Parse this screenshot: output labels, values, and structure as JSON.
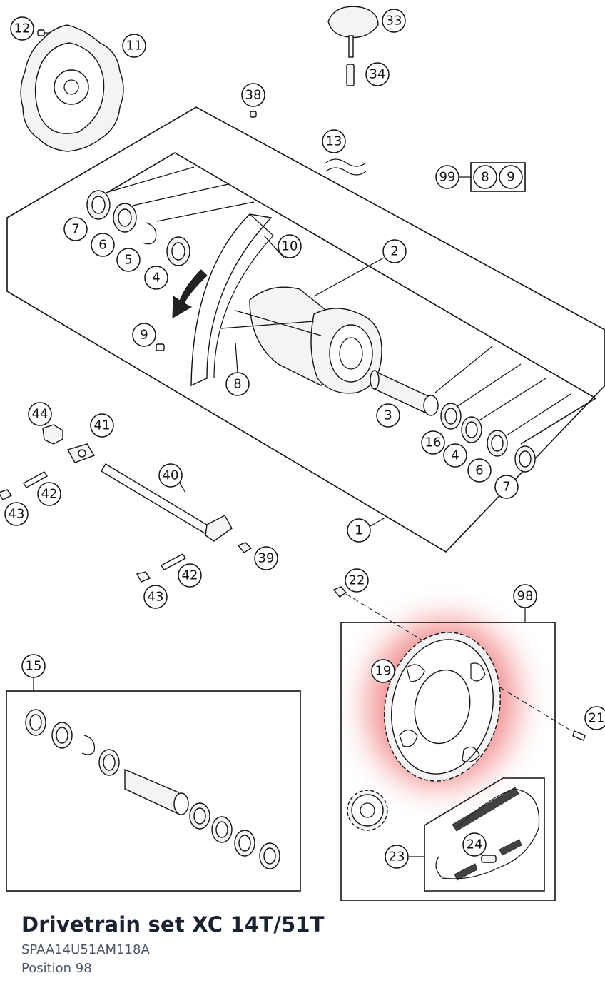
{
  "diagram": {
    "callouts": [
      {
        "id": "c12",
        "label": "12"
      },
      {
        "id": "c11",
        "label": "11"
      },
      {
        "id": "c33",
        "label": "33"
      },
      {
        "id": "c34",
        "label": "34"
      },
      {
        "id": "c38",
        "label": "38"
      },
      {
        "id": "c13",
        "label": "13"
      },
      {
        "id": "c99",
        "label": "99"
      },
      {
        "id": "c99a",
        "label": "8"
      },
      {
        "id": "c99b",
        "label": "9"
      },
      {
        "id": "c7a",
        "label": "7"
      },
      {
        "id": "c6a",
        "label": "6"
      },
      {
        "id": "c5",
        "label": "5"
      },
      {
        "id": "c4a",
        "label": "4"
      },
      {
        "id": "c10",
        "label": "10"
      },
      {
        "id": "c2",
        "label": "2"
      },
      {
        "id": "c9",
        "label": "9"
      },
      {
        "id": "c8",
        "label": "8"
      },
      {
        "id": "c3",
        "label": "3"
      },
      {
        "id": "c16",
        "label": "16"
      },
      {
        "id": "c4b",
        "label": "4"
      },
      {
        "id": "c6b",
        "label": "6"
      },
      {
        "id": "c7b",
        "label": "7"
      },
      {
        "id": "c1",
        "label": "1"
      },
      {
        "id": "c44",
        "label": "44"
      },
      {
        "id": "c41",
        "label": "41"
      },
      {
        "id": "c40",
        "label": "40"
      },
      {
        "id": "c42a",
        "label": "42"
      },
      {
        "id": "c43a",
        "label": "43"
      },
      {
        "id": "c39",
        "label": "39"
      },
      {
        "id": "c42b",
        "label": "42"
      },
      {
        "id": "c43b",
        "label": "43"
      },
      {
        "id": "c22",
        "label": "22"
      },
      {
        "id": "c98",
        "label": "98"
      },
      {
        "id": "c15",
        "label": "15"
      },
      {
        "id": "c19",
        "label": "19"
      },
      {
        "id": "c21",
        "label": "21"
      },
      {
        "id": "c24",
        "label": "24"
      },
      {
        "id": "c23",
        "label": "23"
      }
    ],
    "highlight_color": "#e83a3a",
    "highlighted_position": "19"
  },
  "product": {
    "title": "Drivetrain set XC 14T/51T",
    "part_number": "SPAA14U51AM118A",
    "position": "Position 98"
  }
}
